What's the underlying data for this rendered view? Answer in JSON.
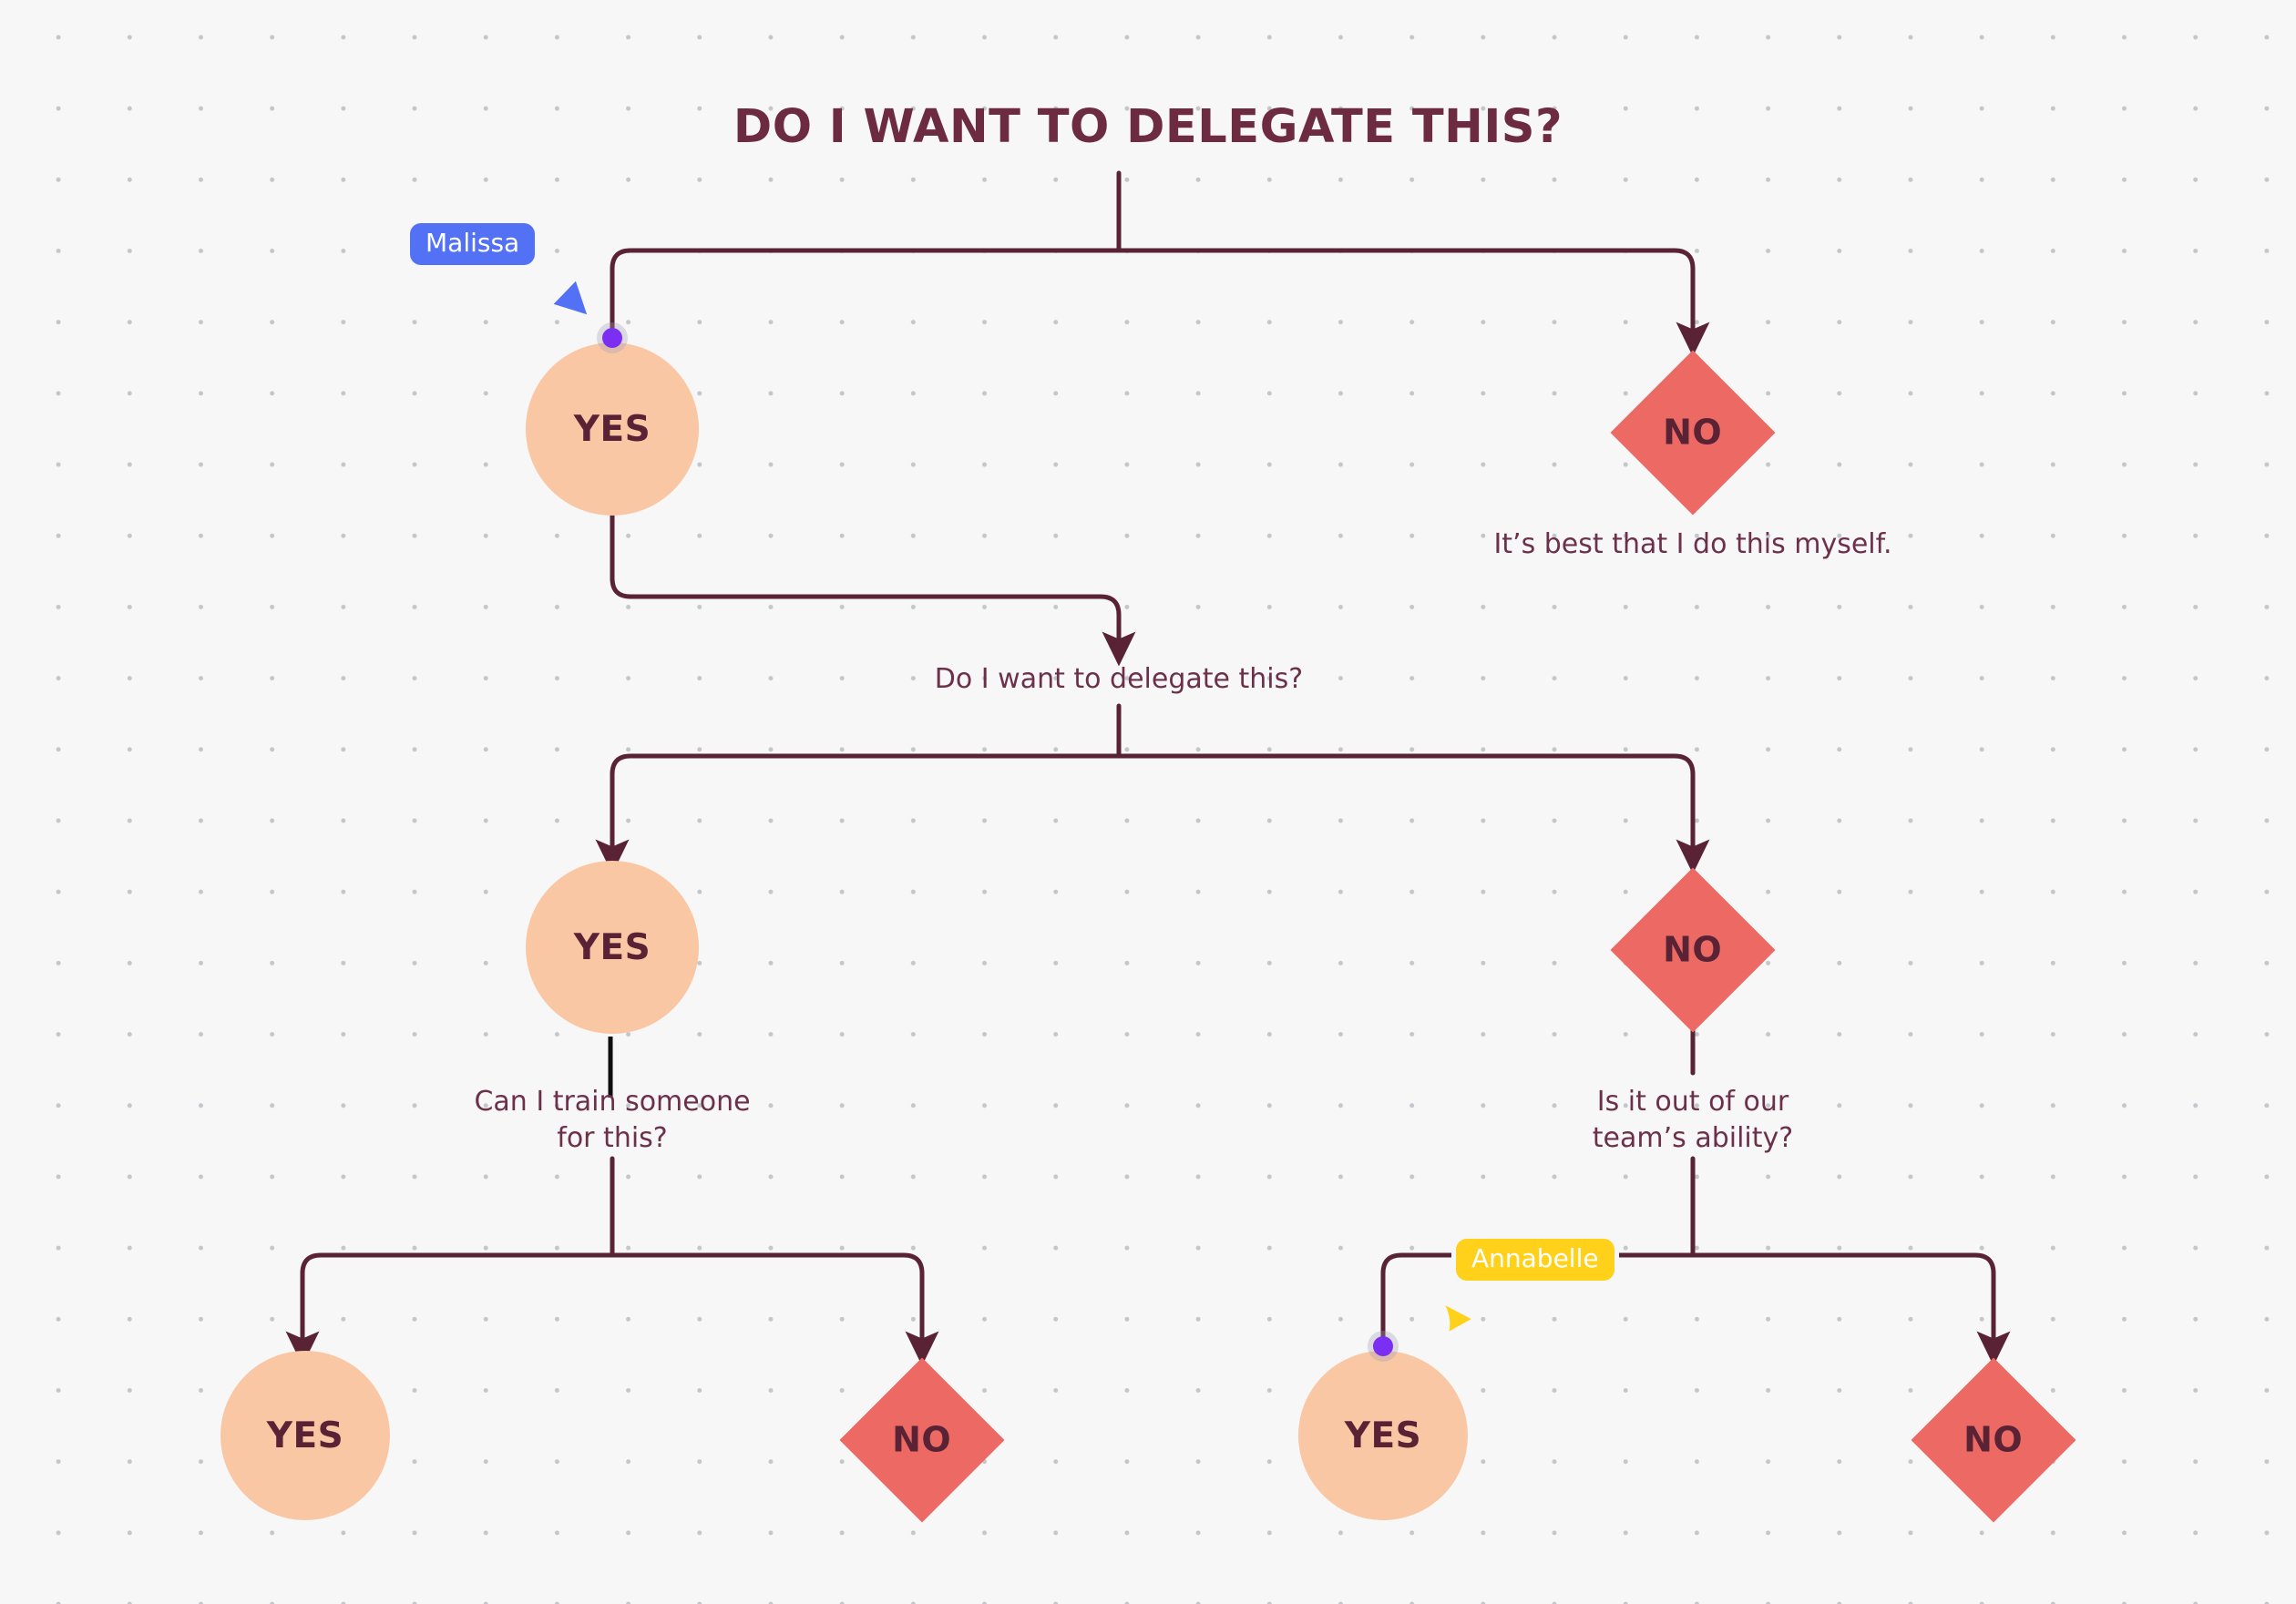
{
  "board": {
    "title": "DO I WANT TO DELEGATE THIS?",
    "background_color": "#f7f7f7",
    "grid_dot_color": "#c3c7cc"
  },
  "palette": {
    "yes_node_fill": "#fac7a4",
    "no_node_fill": "#ec6a63",
    "node_text": "#5a2235",
    "connector": "#5a2235",
    "caption_text": "#6d3049",
    "title_text": "#6d2b42",
    "endpoint_dot": "#7b2ff2",
    "cursor_malissa": "#5271f5",
    "cursor_annabelle": "#ffd11a"
  },
  "nodes": [
    {
      "id": "yes-1",
      "shape": "circle",
      "label": "YES"
    },
    {
      "id": "no-1",
      "shape": "diamond",
      "label": "NO"
    },
    {
      "id": "yes-2",
      "shape": "circle",
      "label": "YES"
    },
    {
      "id": "no-2",
      "shape": "diamond",
      "label": "NO"
    },
    {
      "id": "yes-3",
      "shape": "circle",
      "label": "YES"
    },
    {
      "id": "no-3",
      "shape": "diamond",
      "label": "NO"
    },
    {
      "id": "yes-4",
      "shape": "circle",
      "label": "YES"
    },
    {
      "id": "no-4",
      "shape": "diamond",
      "label": "NO"
    }
  ],
  "captions": {
    "no_1": "It’s best that I do this myself.",
    "level_2_question": "Do I want to delegate this?",
    "left_question": "Can I train someone\nfor this?",
    "right_question": "Is it out of our\nteam’s ability?"
  },
  "cursors": [
    {
      "id": "malissa",
      "name": "Malissa",
      "color": "#5271f5"
    },
    {
      "id": "annabelle",
      "name": "Annabelle",
      "color": "#ffd11a"
    }
  ]
}
